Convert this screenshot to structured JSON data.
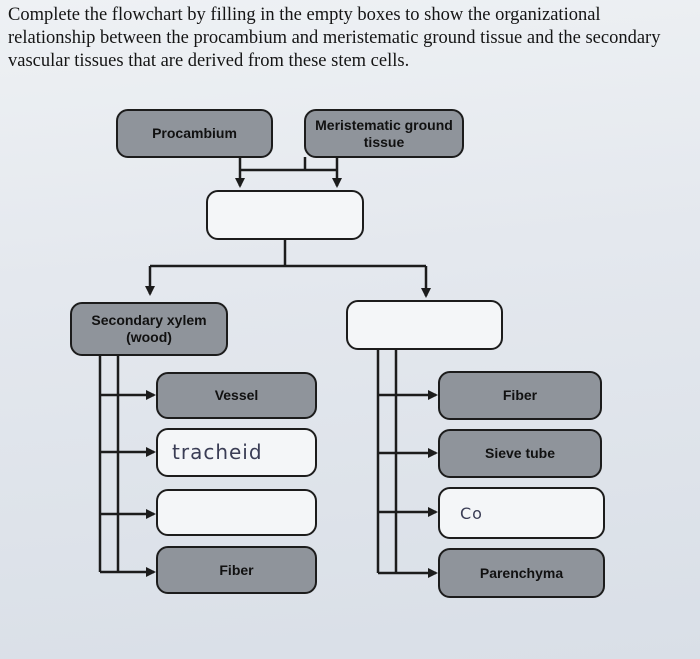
{
  "question": "Complete the flowchart by filling in the empty boxes to show the organizational relationship between the procambium and meristematic ground tissue and the secondary vascular tissues that are derived from these stem cells.",
  "boxes": {
    "procambium": "Procambium",
    "meristematic_ground_tissue": "Meristematic ground tissue",
    "combined_empty": "",
    "secondary_xylem": "Secondary xylem (wood)",
    "right_empty": "",
    "xylem_children": [
      {
        "label": "Vessel",
        "filled": true
      },
      {
        "label": "tracheid",
        "filled": false,
        "handwritten": true
      },
      {
        "label": "",
        "filled": false
      },
      {
        "label": "Fiber",
        "filled": true
      }
    ],
    "phloem_children": [
      {
        "label": "Fiber",
        "filled": true
      },
      {
        "label": "Sieve tube",
        "filled": true
      },
      {
        "label": "Co",
        "filled": false,
        "handwritten": true
      },
      {
        "label": "Parenchyma",
        "filled": true
      }
    ]
  },
  "colors": {
    "filled_box": "#8f949b",
    "empty_box": "#f4f6f8",
    "line": "#1c1c1c",
    "handwriting": "#3a3d55"
  }
}
